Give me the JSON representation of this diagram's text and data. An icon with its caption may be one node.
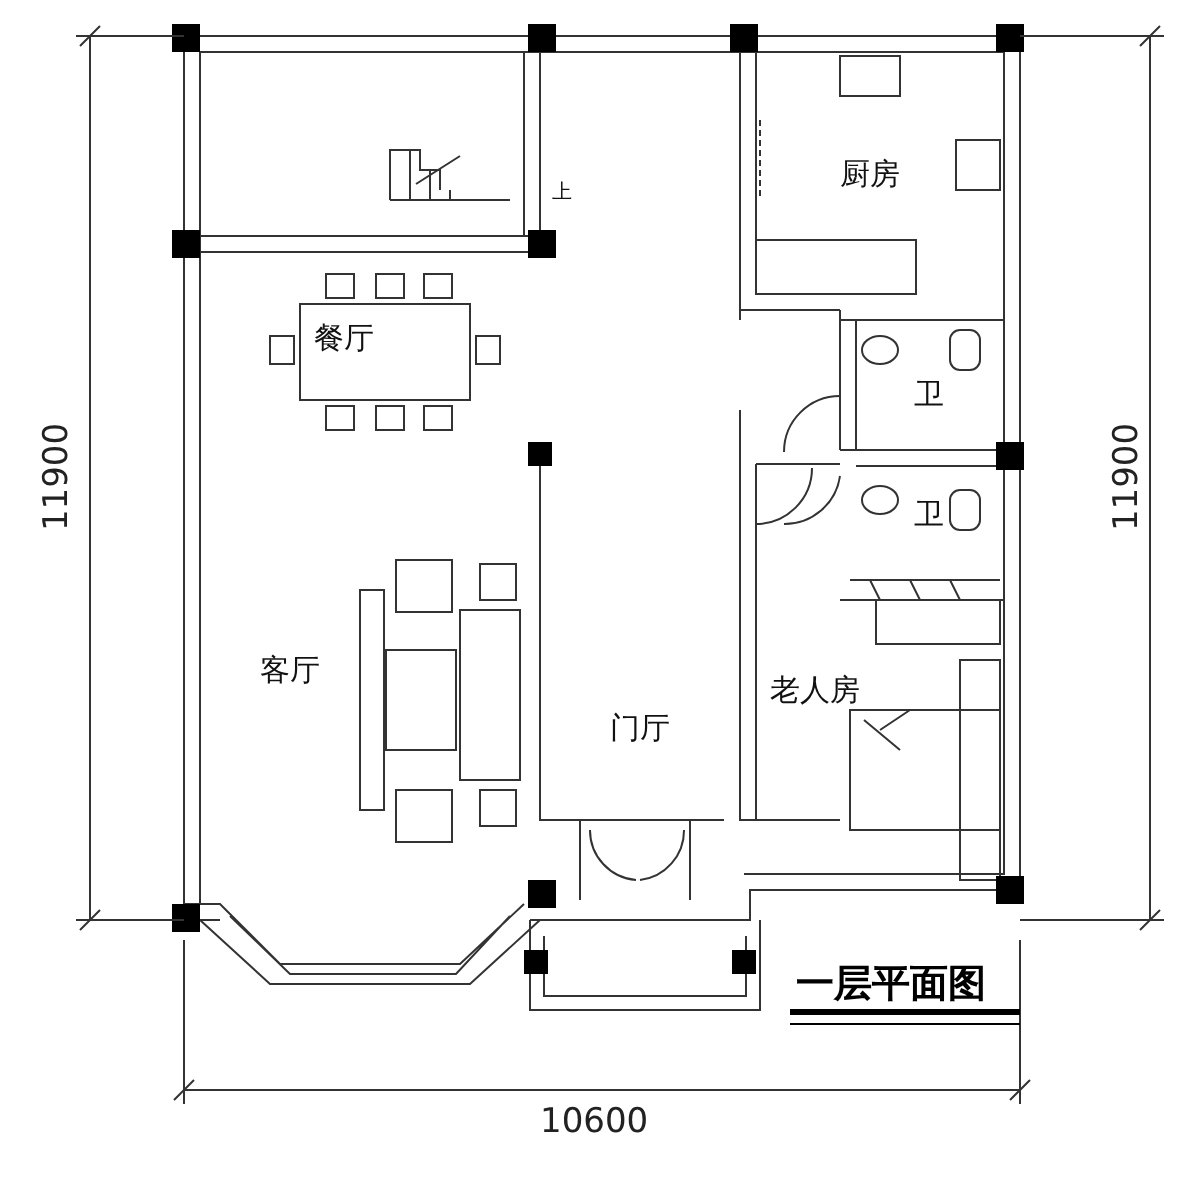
{
  "diagram": {
    "title": "一层平面图",
    "labels": [
      "厨房",
      "上",
      "餐厅",
      "卫",
      "卫",
      "11900",
      "11900",
      "客厅",
      "老人房",
      "门厅",
      "10600"
    ]
  }
}
